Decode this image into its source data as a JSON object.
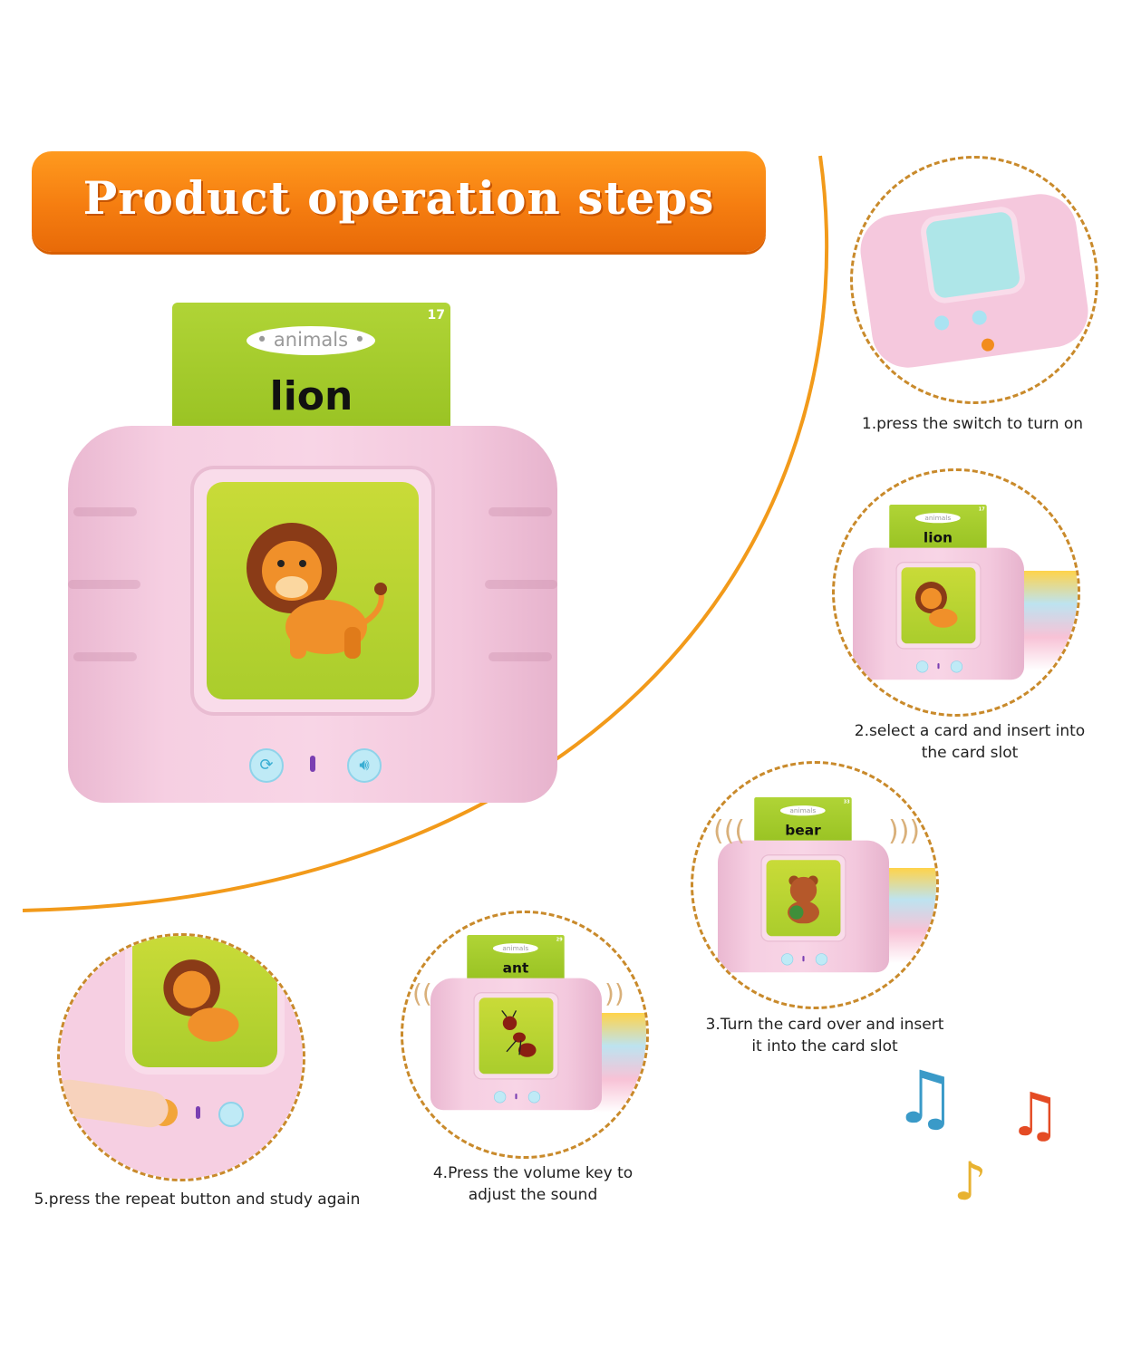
{
  "title": "Product operation steps",
  "colors": {
    "banner": "#f57d10",
    "arc": "#f29a1a",
    "dashed_circle": "#c98a2b",
    "device_pink": "#f6cfe2",
    "card_green": "#a4cc2a",
    "button_cyan": "#bfeaf6"
  },
  "main_device": {
    "card_category": "• animals •",
    "card_number": "17",
    "card_word": "lion",
    "screen_animal": "lion"
  },
  "steps": [
    {
      "label_lines": [
        "1.press the switch to turn on"
      ]
    },
    {
      "label_lines": [
        "2.select a card and insert into",
        "the card slot"
      ],
      "card_category": "animals",
      "card_number": "17",
      "card_word": "lion",
      "screen_animal": "lion"
    },
    {
      "label_lines": [
        "3.Turn the card over and insert",
        "it into the card slot"
      ],
      "card_category": "animals",
      "card_number": "33",
      "card_word": "bear",
      "screen_animal": "bear"
    },
    {
      "label_lines": [
        "4.Press the volume key to",
        "adjust the sound"
      ],
      "card_category": "animals",
      "card_number": "29",
      "card_word": "ant",
      "screen_animal": "ant"
    },
    {
      "label_lines": [
        "5.press the repeat button and study again"
      ],
      "screen_animal": "lion"
    }
  ],
  "icons": {
    "repeat": "refresh-icon",
    "volume": "speaker-icon",
    "notes": "music-note-icon"
  }
}
